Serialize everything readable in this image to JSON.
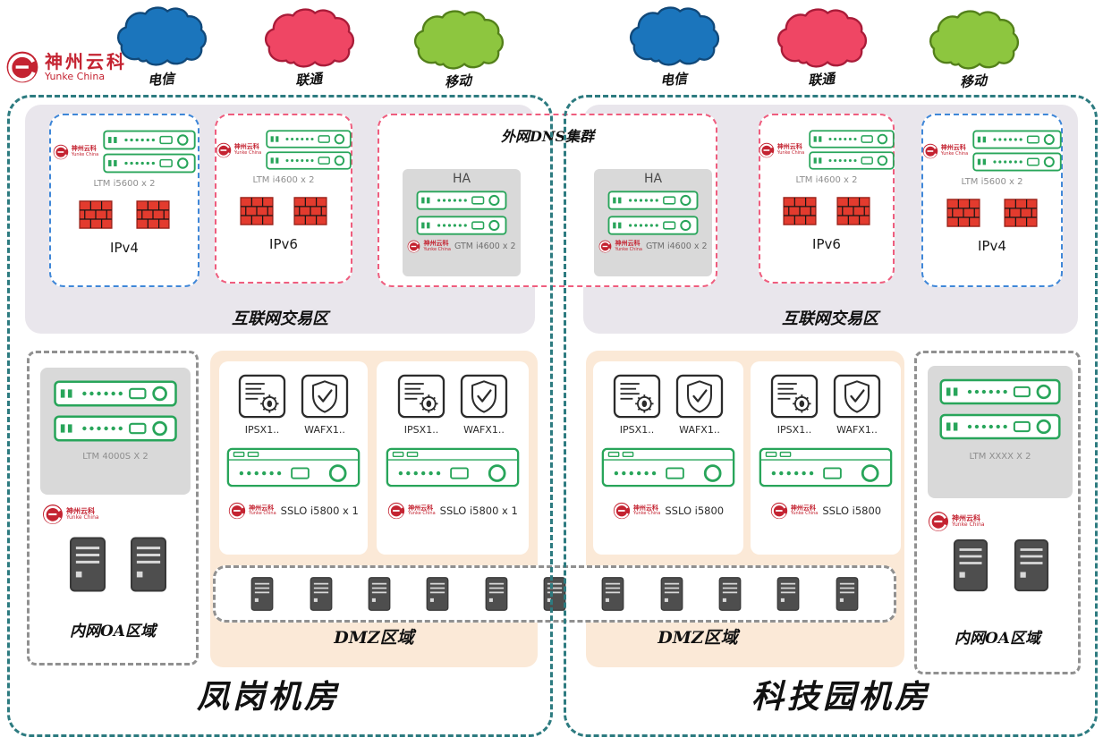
{
  "colors": {
    "dc_border": "#2d7b80",
    "ipv4_border": "#3f87d8",
    "ipv6_border": "#ef5d7e",
    "zone_bg": "#e9e6ec",
    "dmz_bg": "#fbe9d7",
    "device_green": "#28a55a",
    "firewall_red": "#e33b2e",
    "logo_red": "#c42331",
    "cloud_telecom": "#1b75bc",
    "cloud_unicom": "#ef4664",
    "cloud_mobile": "#8dc63f"
  },
  "logo": {
    "title": "神州云科",
    "subtitle": "Yunke China"
  },
  "clouds": {
    "left": [
      {
        "label": "电信"
      },
      {
        "label": "联通"
      },
      {
        "label": "移动"
      }
    ],
    "right": [
      {
        "label": "电信"
      },
      {
        "label": "联通"
      },
      {
        "label": "移动"
      }
    ]
  },
  "dns_cluster": {
    "title": "外网DNS集群",
    "ha": [
      {
        "label": "HA",
        "device": "GTM i4600 x 2"
      },
      {
        "label": "HA",
        "device": "GTM i4600 x 2"
      }
    ]
  },
  "left_dc": {
    "name": "凤岗机房",
    "internet_zone_label": "互联网交易区",
    "ipv4": {
      "label": "IPv4",
      "device": "LTM i5600 x 2"
    },
    "ipv6": {
      "label": "IPv6",
      "device": "LTM i4600 x 2"
    },
    "oa": {
      "label": "内网OA区域",
      "device": "LTM 4000S X 2"
    },
    "dmz": {
      "label": "DMZ区域",
      "groups": [
        {
          "ips": "IPSX1..",
          "waf": "WAFX1..",
          "device": "SSLO i5800 x 1"
        },
        {
          "ips": "IPSX1..",
          "waf": "WAFX1..",
          "device": "SSLO i5800 x 1"
        }
      ]
    }
  },
  "right_dc": {
    "name": "科技园机房",
    "internet_zone_label": "互联网交易区",
    "ipv6": {
      "label": "IPv6",
      "device": "LTM i4600 x 2"
    },
    "ipv4": {
      "label": "IPv4",
      "device": "LTM i5600 x 2"
    },
    "oa": {
      "label": "内网OA区域",
      "device": "LTM XXXX X 2"
    },
    "dmz": {
      "label": "DMZ区域",
      "groups": [
        {
          "ips": "IPSX1..",
          "waf": "WAFX1..",
          "device": "SSLO i5800"
        },
        {
          "ips": "IPSX1..",
          "waf": "WAFX1..",
          "device": "SSLO i5800"
        }
      ]
    }
  }
}
